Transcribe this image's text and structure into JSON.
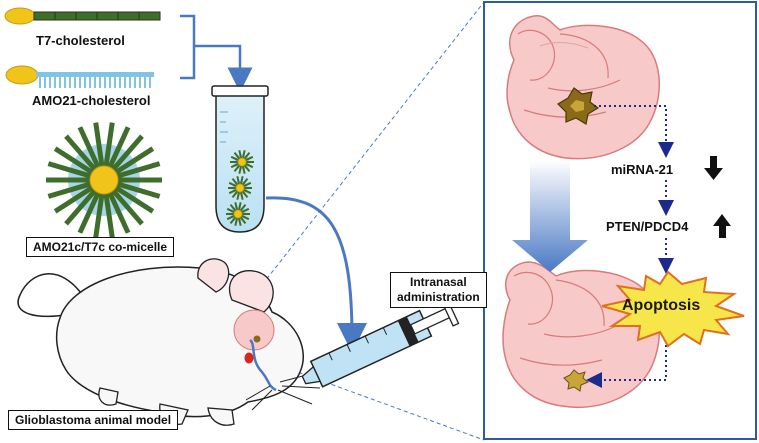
{
  "labels": {
    "t7": "T7-cholesterol",
    "amo21": "AMO21-cholesterol",
    "comicelle": "AMO21c/T7c co-micelle",
    "intranasal_line1": "Intranasal",
    "intranasal_line2": "administration",
    "gbm_model": "Glioblastoma animal model",
    "mirna": "miRNA-21",
    "pten": "PTEN/PDCD4",
    "apoptosis": "Apoptosis"
  },
  "colors": {
    "strand_green": "#3f6e2c",
    "cholesterol_yellow": "#f0c419",
    "aptamer_blue": "#9fd2e8",
    "arrow_blue": "#4a79c4",
    "dotted_navy": "#1c2a8c",
    "brain_pink": "#f7c9c9",
    "brain_outline": "#d97b7b",
    "panel_border": "#2f58a6",
    "apoptosis_fill": "#f7e64a",
    "apoptosis_stroke": "#e0701d",
    "mouse_eye": "#d6281f"
  },
  "icons": {
    "down_arrow": "down-arrow-icon",
    "up_arrow": "up-arrow-icon"
  }
}
